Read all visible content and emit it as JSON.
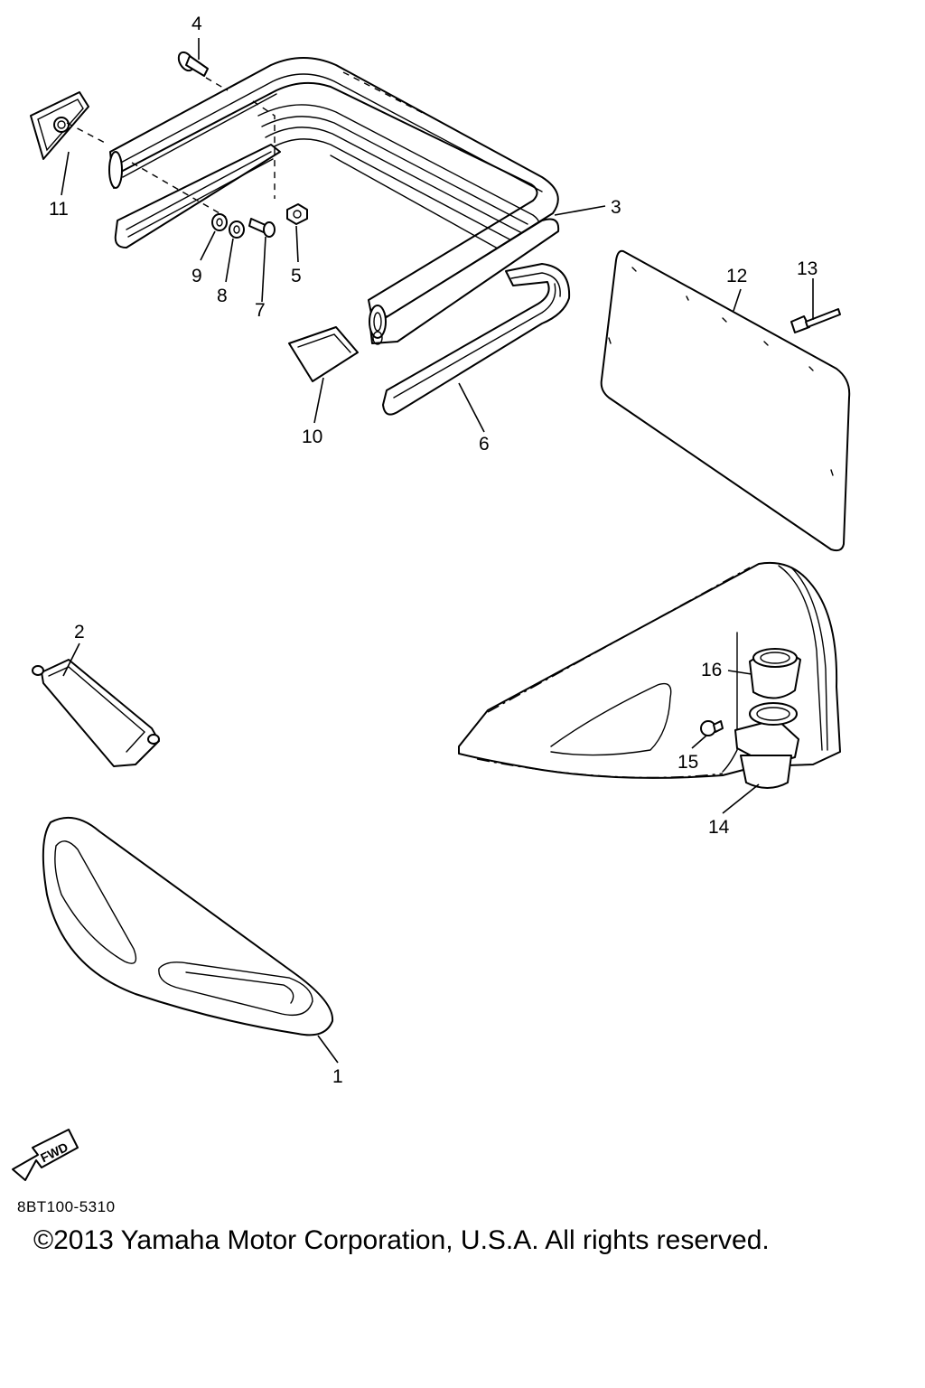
{
  "callouts": {
    "c1": "1",
    "c2": "2",
    "c3": "3",
    "c4": "4",
    "c5": "5",
    "c6": "6",
    "c7": "7",
    "c8": "8",
    "c9": "9",
    "c10": "10",
    "c11": "11",
    "c12": "12",
    "c13": "13",
    "c14": "14",
    "c15": "15",
    "c16": "16"
  },
  "fwd_label": "FWD",
  "drawing_code": "8BT100-5310",
  "copyright": "©2013 Yamaha Motor Corporation, U.S.A. All rights reserved."
}
